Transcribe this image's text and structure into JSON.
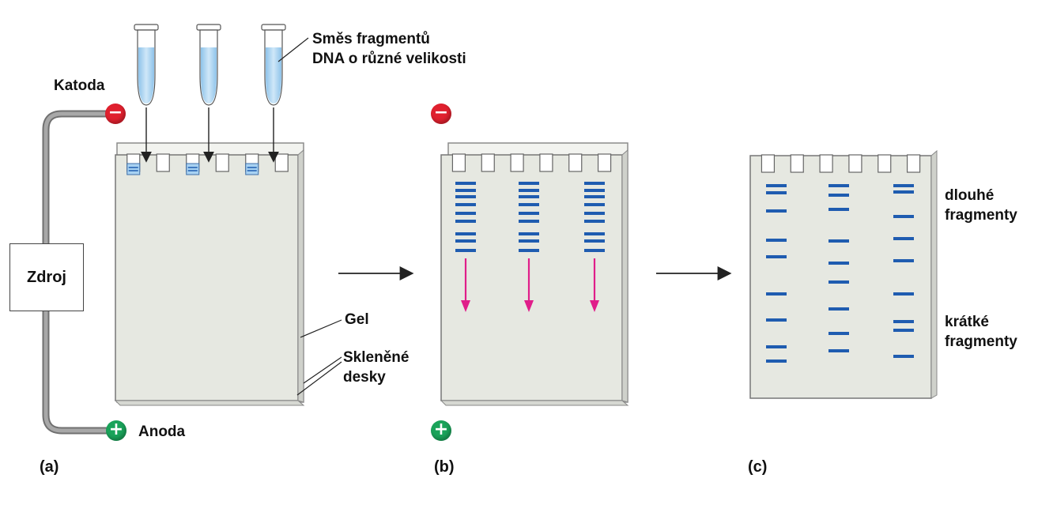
{
  "labels": {
    "mix": [
      "Směs fragmentů",
      "DNA o různé velikosti"
    ],
    "cathode": "Katoda",
    "anode": "Anoda",
    "source": "Zdroj",
    "gel": "Gel",
    "glass": [
      "Skleněné",
      "desky"
    ],
    "long": [
      "dlouhé",
      "fragmenty"
    ],
    "short": [
      "krátké",
      "fragmenty"
    ]
  },
  "signs": {
    "minus": "−",
    "plus": "+"
  },
  "panels": [
    "(a)",
    "(b)",
    "(c)"
  ],
  "colors": {
    "gel": "#e8eae4",
    "glass_edge": "#9a9a9a",
    "band": "#1f5cb0",
    "arrow": "#e01e8a",
    "sample": "#a8d2f2",
    "wire": "#8a8a8a"
  }
}
